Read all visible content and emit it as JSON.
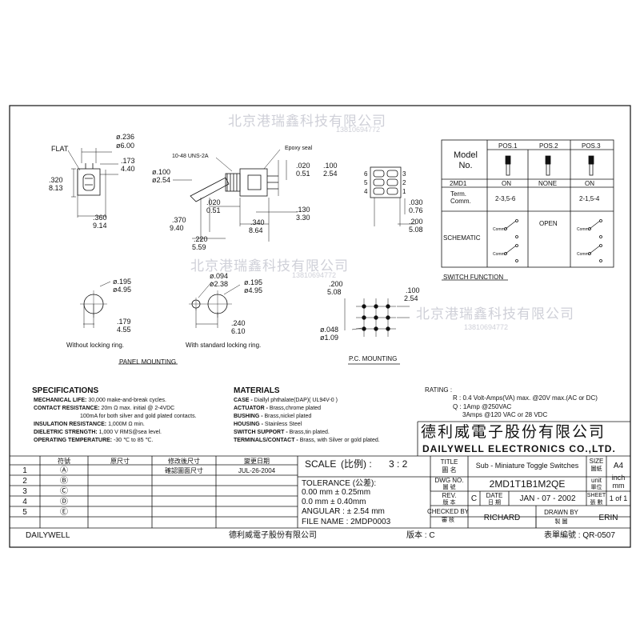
{
  "watermark": {
    "text": "北京港瑞鑫科技有限公司",
    "phone": "13810694772",
    "phone2": "13810694772",
    "phone3": "13810694772"
  },
  "drawing": {
    "dims_left": [
      "FLAT",
      "ø.236",
      "ø6.00",
      ".173",
      "4.40",
      ".320",
      "8.13",
      ".360",
      "9.14"
    ],
    "dims_mid": [
      "10-48 UNS-2A",
      "Epoxy seal",
      "ø.100",
      "ø2.54",
      ".020",
      "0.51",
      ".020",
      "0.51",
      ".100",
      "2.54",
      ".370",
      "9.40",
      ".340",
      "8.64",
      ".130",
      "3.30",
      ".220",
      "5.59"
    ],
    "dims_right": [
      ".030",
      "0.76",
      ".200",
      "5.08"
    ],
    "pins": [
      "6",
      "5",
      "4",
      "3",
      "2",
      "1"
    ],
    "panel": [
      "ø.195",
      "ø4.95",
      ".179",
      "4.55",
      "Without locking ring.",
      "ø.094",
      "ø2.38",
      "ø.195",
      "ø4.95",
      ".240",
      "6.10",
      "With standard locking ring.",
      "PANEL MOUNTING"
    ],
    "pc": [
      ".200",
      "5.08",
      ".100",
      "2.54",
      "ø.048",
      "ø1.09",
      "P.C. MOUNTING"
    ]
  },
  "switch_table": {
    "model_label": "Model No.",
    "positions": [
      "POS.1",
      "POS.2",
      "POS.3"
    ],
    "row1": [
      "2MD1",
      "ON",
      "NONE",
      "ON"
    ],
    "term_label": "Term. Comm.",
    "term_values": [
      "2-3,5-6",
      "2-1,5-4"
    ],
    "open_label": "OPEN",
    "schematic_label": "SCHEMATIC",
    "comm": "Comm.",
    "title": "SWITCH  FUNCTION"
  },
  "specs": {
    "title": "SPECIFICATIONS",
    "items": [
      {
        "k": "MECHANICAL LIFE:",
        "v": " 30,000 make-and-break cycles."
      },
      {
        "k": "CONTACT RESISTANCE:",
        "v": " 20m Ω max. initial @ 2-4VDC"
      },
      {
        "k": "",
        "v": "100mA for both silver and gold plated contacts."
      },
      {
        "k": "INSULATION RESISTANCE:",
        "v": " 1,000M Ω min."
      },
      {
        "k": "DIELETRIC STRENGTH:",
        "v": " 1,000 V RMS@sea level."
      },
      {
        "k": "OPERATING TEMPERATURE:",
        "v": " -30 ℃ to 85 ℃."
      }
    ]
  },
  "materials": {
    "title": "MATERIALS",
    "items": [
      {
        "k": "CASE -",
        "v": " Diallyl phthalate(DAP)( UL94V-0 )"
      },
      {
        "k": "ACTUATOR -",
        "v": " Brass,chrome plated"
      },
      {
        "k": "BUSHING -",
        "v": " Brass,nickel plated"
      },
      {
        "k": "HOUSING -",
        "v": " Stainless Steel"
      },
      {
        "k": "SWITCH SUPPORT -",
        "v": " Brass,tin plated."
      },
      {
        "k": "TERMINALS/CONTACT -",
        "v": " Brass, with Silver or gold plated."
      }
    ]
  },
  "rating": {
    "title": "RATING :",
    "lines": [
      "R : 0.4 Volt-Amps(VA) max. @20V max.(AC or DC)",
      "Q : 1Amp  @250VAC",
      "3Amps @120 VAC or 28 VDC"
    ]
  },
  "company": {
    "cn": "德利威電子股份有限公司",
    "en": "DAILYWELL ELECTRONICS CO.,LTD."
  },
  "revision": {
    "headers": [
      "符號",
      "原尺寸",
      "修改後尺寸",
      "變更日期"
    ],
    "rows": [
      {
        "n": "1",
        "s": "Ⓐ",
        "o": "",
        "m": "確認圖面尺寸",
        "d": "JUL-26-2004"
      },
      {
        "n": "2",
        "s": "Ⓑ",
        "o": "",
        "m": "",
        "d": ""
      },
      {
        "n": "3",
        "s": "Ⓒ",
        "o": "",
        "m": "",
        "d": ""
      },
      {
        "n": "4",
        "s": "Ⓓ",
        "o": "",
        "m": "",
        "d": ""
      },
      {
        "n": "5",
        "s": "Ⓔ",
        "o": "",
        "m": "",
        "d": ""
      }
    ]
  },
  "titleblock": {
    "scale_label": "SCALE",
    "scale_cn": "(比例) :",
    "scale_val": "3 : 2",
    "tolerance_label": "TOLERANCE (公差):",
    "tol1": "0.00  mm ±  0.25mm",
    "tol2": "0.0    mm ±  0.40mm",
    "angular": "ANGULAR : ± 2.54 mm",
    "file": "FILE NAME : 2MDP0003",
    "title_en": "TITLE",
    "title_cn": "圖 名",
    "title_val": "Sub - Miniature Toggle Switches",
    "size_en": "SIZE",
    "size_cn": "圖紙",
    "size_val": "A4",
    "dwg_en": "DWG NO.",
    "dwg_cn": "圖 號",
    "dwg_val": "2MD1T1B1M2QE",
    "unit_en": "unit",
    "unit_cn": "單位",
    "unit_val": "inch mm",
    "rev_en": "REV.",
    "rev_cn": "版 本",
    "rev_val": "C",
    "date_en": "DATE",
    "date_cn": "日 期",
    "date_val": "JAN - 07 - 2002",
    "sheet_en": "SHEET",
    "sheet_cn": "張 數",
    "sheet_val": "1 of 1",
    "checked_en": "CHECKED BY",
    "checked_cn": "審 核",
    "checked_val": "RICHARD",
    "drawn_en": "DRAWN BY",
    "drawn_cn": "製 圖",
    "drawn_val": "ERIN"
  },
  "footer": {
    "left": "DAILYWELL",
    "mid": "德利威電子股份有限公司",
    "rev": "版本 : C",
    "form": "表單編號 : QR-0507"
  }
}
